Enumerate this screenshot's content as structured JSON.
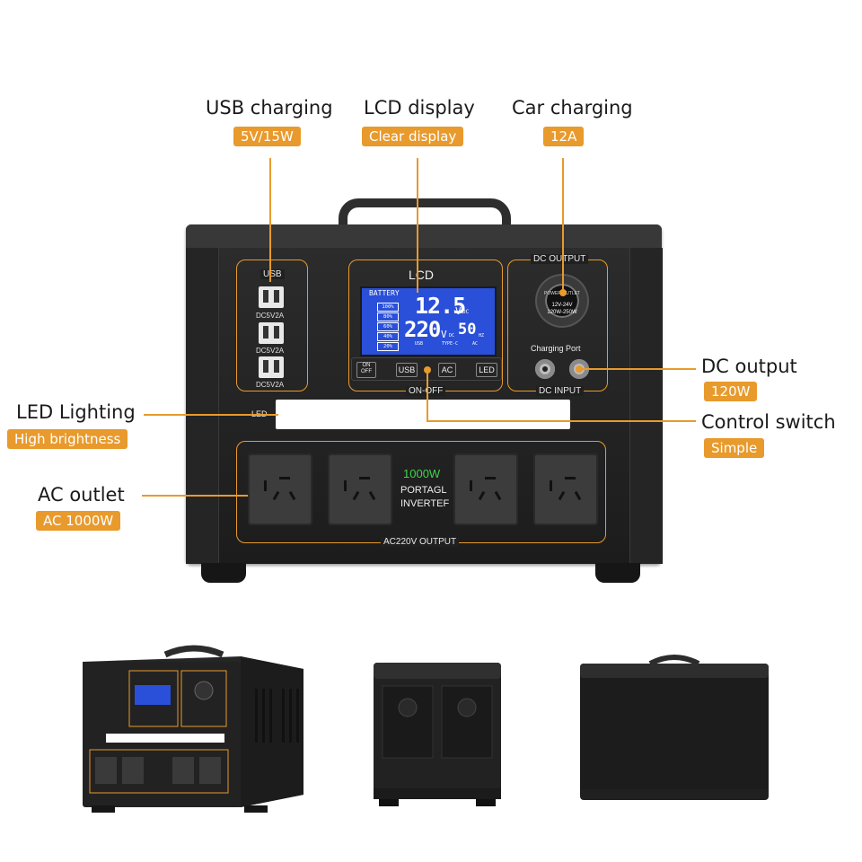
{
  "callouts": {
    "usb": {
      "title": "USB charging",
      "badge": "5V/15W"
    },
    "lcd": {
      "title": "LCD display",
      "badge": "Clear display"
    },
    "car": {
      "title": "Car charging",
      "badge": "12A"
    },
    "dc": {
      "title": "DC output",
      "badge": "120W"
    },
    "switch": {
      "title": "Control switch",
      "badge": "Simple"
    },
    "led": {
      "title": "LED Lighting",
      "badge": "High brightness"
    },
    "ac": {
      "title": "AC outlet",
      "badge": "AC 1000W"
    }
  },
  "device": {
    "usb_label": "USB",
    "usb_ports": [
      "DC5V2A",
      "DC5V2A",
      "DC5V2A"
    ],
    "lcd_label": "LCD",
    "lcd_screen": {
      "battery_label": "BATTERY",
      "levels": [
        "100%",
        "80%",
        "60%",
        "40%",
        "20%"
      ],
      "dc_voltage": "12.5",
      "dc_unit": "V",
      "dc_sub": "DC",
      "ac_voltage": "220",
      "ac_unit": "V",
      "ac_sub": "DC",
      "freq": "50",
      "freq_unit": "HZ",
      "icons": [
        "USB",
        "TYPE-C",
        "AC"
      ]
    },
    "buttons": {
      "onoff_top": "ON",
      "onoff_bottom": "OFF",
      "usb": "USB",
      "ac": "AC",
      "led": "LED"
    },
    "onoff_label": "ON-OFF",
    "dc_output_label": "DC OUTPUT",
    "car_socket": {
      "ring_text": "POWER OUTLET",
      "line1": "12V-24V",
      "line2": "120W-250W"
    },
    "charging_port_label": "Charging Port",
    "dc_input_label": "DC INPUT",
    "led_label": "LED",
    "inverter": {
      "power": "1000W",
      "line1": "PORTAGL",
      "line2": "INVERTEF"
    },
    "ac_output_label": "AC220V OUTPUT"
  },
  "colors": {
    "accent": "#e89a2c",
    "lcd_blue": "#2a4fd8",
    "body": "#222222"
  }
}
